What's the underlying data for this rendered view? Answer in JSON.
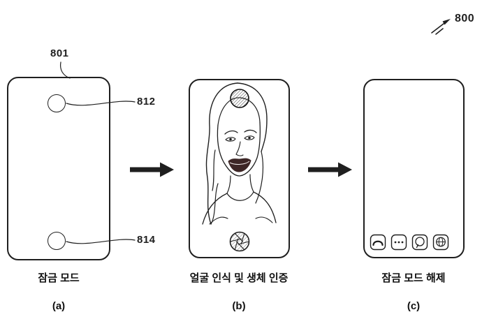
{
  "figure": {
    "number": "800"
  },
  "references": {
    "device": "801",
    "camera": "812",
    "sensor": "814"
  },
  "panels": [
    {
      "label": "(a)",
      "caption": "잠금 모드"
    },
    {
      "label": "(b)",
      "caption": "얼굴 인식 및 생체 인증"
    },
    {
      "label": "(c)",
      "caption": "잠금 모드 해제"
    }
  ],
  "colors": {
    "line": "#1f1f1f",
    "background": "#ffffff",
    "lips": "#3d2626",
    "hatch": "#444444"
  },
  "icons": {
    "figure_pointer": "pen-arrow-icon",
    "panel_a": [
      "camera-circle-icon",
      "sensor-circle-icon"
    ],
    "panel_b": [
      "hatched-camera-icon",
      "portrait-illustration",
      "aperture-icon"
    ],
    "panel_c": [
      "phone-app-icon",
      "messages-app-icon",
      "chat-app-icon",
      "browser-app-icon"
    ],
    "transition": "arrow-right-icon"
  }
}
